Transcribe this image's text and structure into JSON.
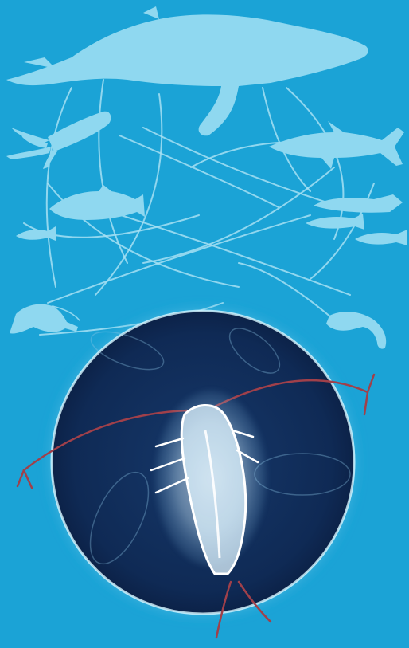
{
  "scene": {
    "subject": "marine food web",
    "colors": {
      "background": "#1ba3d6",
      "silhouette": "#8fd8f0",
      "web_line": "#a6e0f3",
      "circle_fill": "#0f2a55",
      "circle_glow": "#bfefff",
      "copepod_glow": "#ffffff",
      "antenna_red": "#a0404a"
    },
    "organisms": [
      {
        "name": "humpback-whale"
      },
      {
        "name": "squid"
      },
      {
        "name": "shark"
      },
      {
        "name": "cod-fish"
      },
      {
        "name": "small-fish-left"
      },
      {
        "name": "fish-school-right"
      },
      {
        "name": "shrimp"
      },
      {
        "name": "amphipod"
      },
      {
        "name": "copepod"
      }
    ]
  }
}
